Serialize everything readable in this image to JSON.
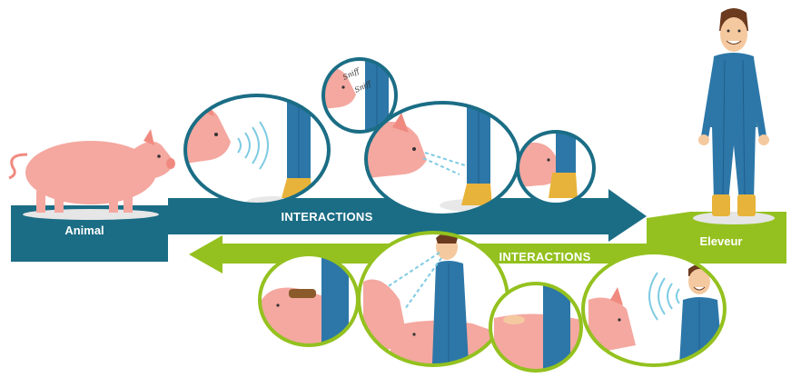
{
  "labels": {
    "animal": "Animal",
    "eleveur": "Eleveur",
    "interactions_top": "INTERACTIONS",
    "interactions_bottom": "INTERACTIONS",
    "sniff_1": "Sniff",
    "sniff_2": "Sniff"
  },
  "colors": {
    "teal": "#1b6d85",
    "green": "#94c11f",
    "pig": "#f4a8a0",
    "suit": "#2c77a8",
    "boot": "#e8b33a",
    "sound_wave": "#7ecbe3"
  },
  "icons": {
    "pig": "pig-illustration",
    "farmer": "farmer-illustration",
    "sound": "sound-waves-icon",
    "gaze": "gaze-arrows-icon"
  }
}
